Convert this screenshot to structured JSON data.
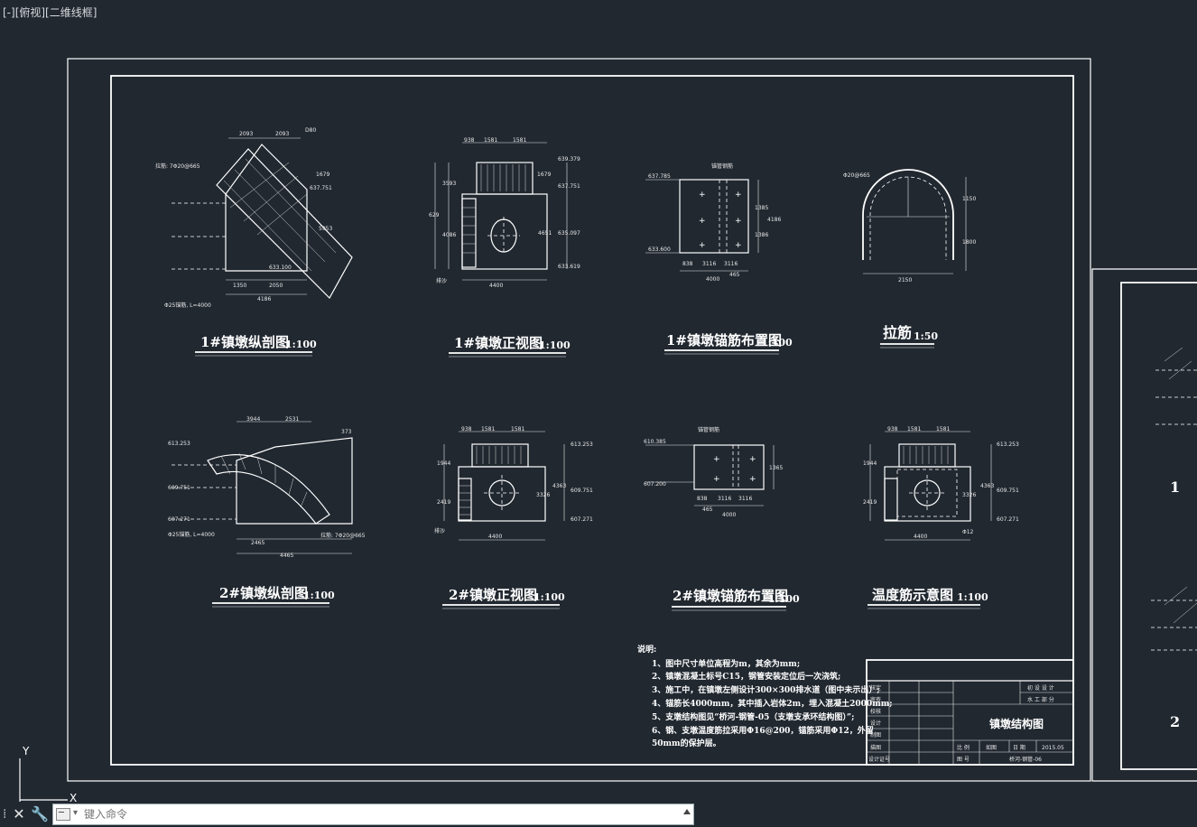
{
  "viewport": {
    "label": "[-][俯视][二维线框]"
  },
  "ucs": {
    "y_label": "Y",
    "x_label": "X"
  },
  "views": {
    "v1": {
      "title": "1#镇墩纵剖图",
      "scale": "1:100"
    },
    "v2": {
      "title": "1#镇墩正视图",
      "scale": "1:100"
    },
    "v3": {
      "title": "1#镇墩锚筋布置图",
      "scale": "1:100"
    },
    "v4": {
      "title": "拉筋",
      "scale": "1:50"
    },
    "v5": {
      "title": "2#镇墩纵剖图",
      "scale": "1:100"
    },
    "v6": {
      "title": "2#镇墩正视图",
      "scale": "1:100"
    },
    "v7": {
      "title": "2#镇墩锚筋布置图",
      "scale": "1:100"
    },
    "v8": {
      "title": "温度筋示意图",
      "scale": "1:100"
    }
  },
  "notes": {
    "heading": "说明:",
    "items": [
      "1、图中尺寸单位高程为m，其余为mm;",
      "2、镇墩混凝土标号C15，钢管安装定位后一次浇筑;",
      "3、施工中，在镇墩左侧设计300×300排水道（图中未示出）;",
      "4、锚筋长4000mm，其中插入岩体2m，埋入混凝土2000mm;",
      "5、支墩结构图见“桥河-钢管-05（支墩支承环结构图）”;",
      "6、钢、支墩温度筋拉采用Φ16@200，锚筋采用Φ12，外留",
      "   50mm的保护层。"
    ]
  },
  "title_block": {
    "left_labels": [
      "核定",
      "审查",
      "校核",
      "设计",
      "制图",
      "描图",
      "设计证号"
    ],
    "stage": "初 设  设 计",
    "dept": "水 工  部 分",
    "drawing_title": "镇墩结构图",
    "ratio_label": "比 例",
    "ratio_value": "如图",
    "date_label": "日 期",
    "date_value": "2015.05",
    "number_label": "图 号",
    "number_value": "桥河-钢管-06"
  },
  "dims": {
    "d1": [
      "2093",
      "2093",
      "D80",
      "1679",
      "5953",
      "1350",
      "2050",
      "4186",
      "拉筋: 7Φ20@665",
      "Φ25锚筋, L=4000",
      "637.751",
      "633.100"
    ],
    "d2": [
      "938",
      "1581",
      "1581",
      "3593",
      "629",
      "4086",
      "4400",
      "1679",
      "4651",
      "639.379",
      "637.751",
      "635.097",
      "633.619",
      "排沙"
    ],
    "d3": [
      "锚管钢筋",
      "637.785",
      "633.600",
      "838",
      "3116",
      "3116",
      "465",
      "4000",
      "1385",
      "1386",
      "4186"
    ],
    "d4": [
      "Φ20@665",
      "1150",
      "1800",
      "2150"
    ],
    "d5": [
      "3944",
      "2531",
      "373",
      "4465",
      "2465",
      "拉筋: 7Φ20@665",
      "Φ25锚筋, L=4000",
      "613.253",
      "609.751",
      "607.271"
    ],
    "d6": [
      "938",
      "1581",
      "1581",
      "1944",
      "2419",
      "3326",
      "4363",
      "4400",
      "613.253",
      "609.751",
      "607.271",
      "排沙"
    ],
    "d7": [
      "锚管钢筋",
      "610.385",
      "607.200",
      "838",
      "3116",
      "3116",
      "465",
      "4000",
      "1365"
    ],
    "d8": [
      "938",
      "1581",
      "1581",
      "1944",
      "2419",
      "3326",
      "4363",
      "4400",
      "613.253",
      "609.751",
      "607.271",
      "Φ12"
    ]
  },
  "cmdline": {
    "placeholder": "键入命令"
  },
  "colors": {
    "background": "#212830",
    "lines": "#ffffff"
  }
}
